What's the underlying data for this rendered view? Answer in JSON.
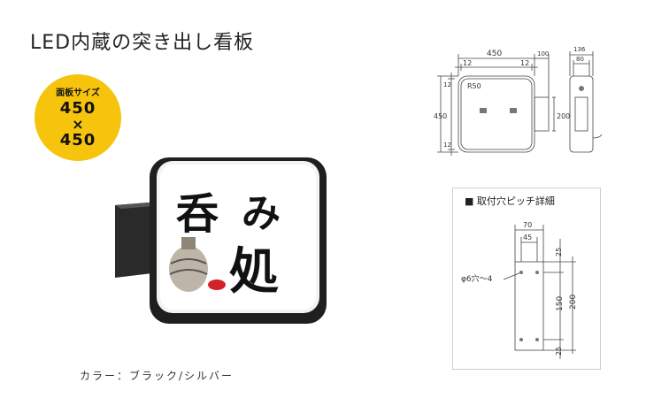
{
  "product": {
    "title": "LED内蔵の突き出し看板",
    "color_label": "カラー：ブラック/シルバー"
  },
  "badge": {
    "label": "面板サイズ",
    "width": "450",
    "times": "×",
    "height": "450",
    "color": "#f6c40d"
  },
  "sign": {
    "text_1": "呑",
    "text_2": "み",
    "text_3": "処"
  },
  "dimensions": {
    "width": "450",
    "arm": "100",
    "depth_total": "136",
    "depth_inner": "80",
    "margin_left": "12",
    "margin_right": "12",
    "radius": "R50",
    "height": "450",
    "margin_top": "12",
    "margin_bottom": "12",
    "bracket_height": "200"
  },
  "pitch": {
    "title": "取付穴ピッチ詳細",
    "width_outer": "70",
    "width_inner": "45",
    "hole_label": "φ6穴～4",
    "top": "25",
    "middle": "150",
    "total": "200",
    "bottom": "25"
  }
}
